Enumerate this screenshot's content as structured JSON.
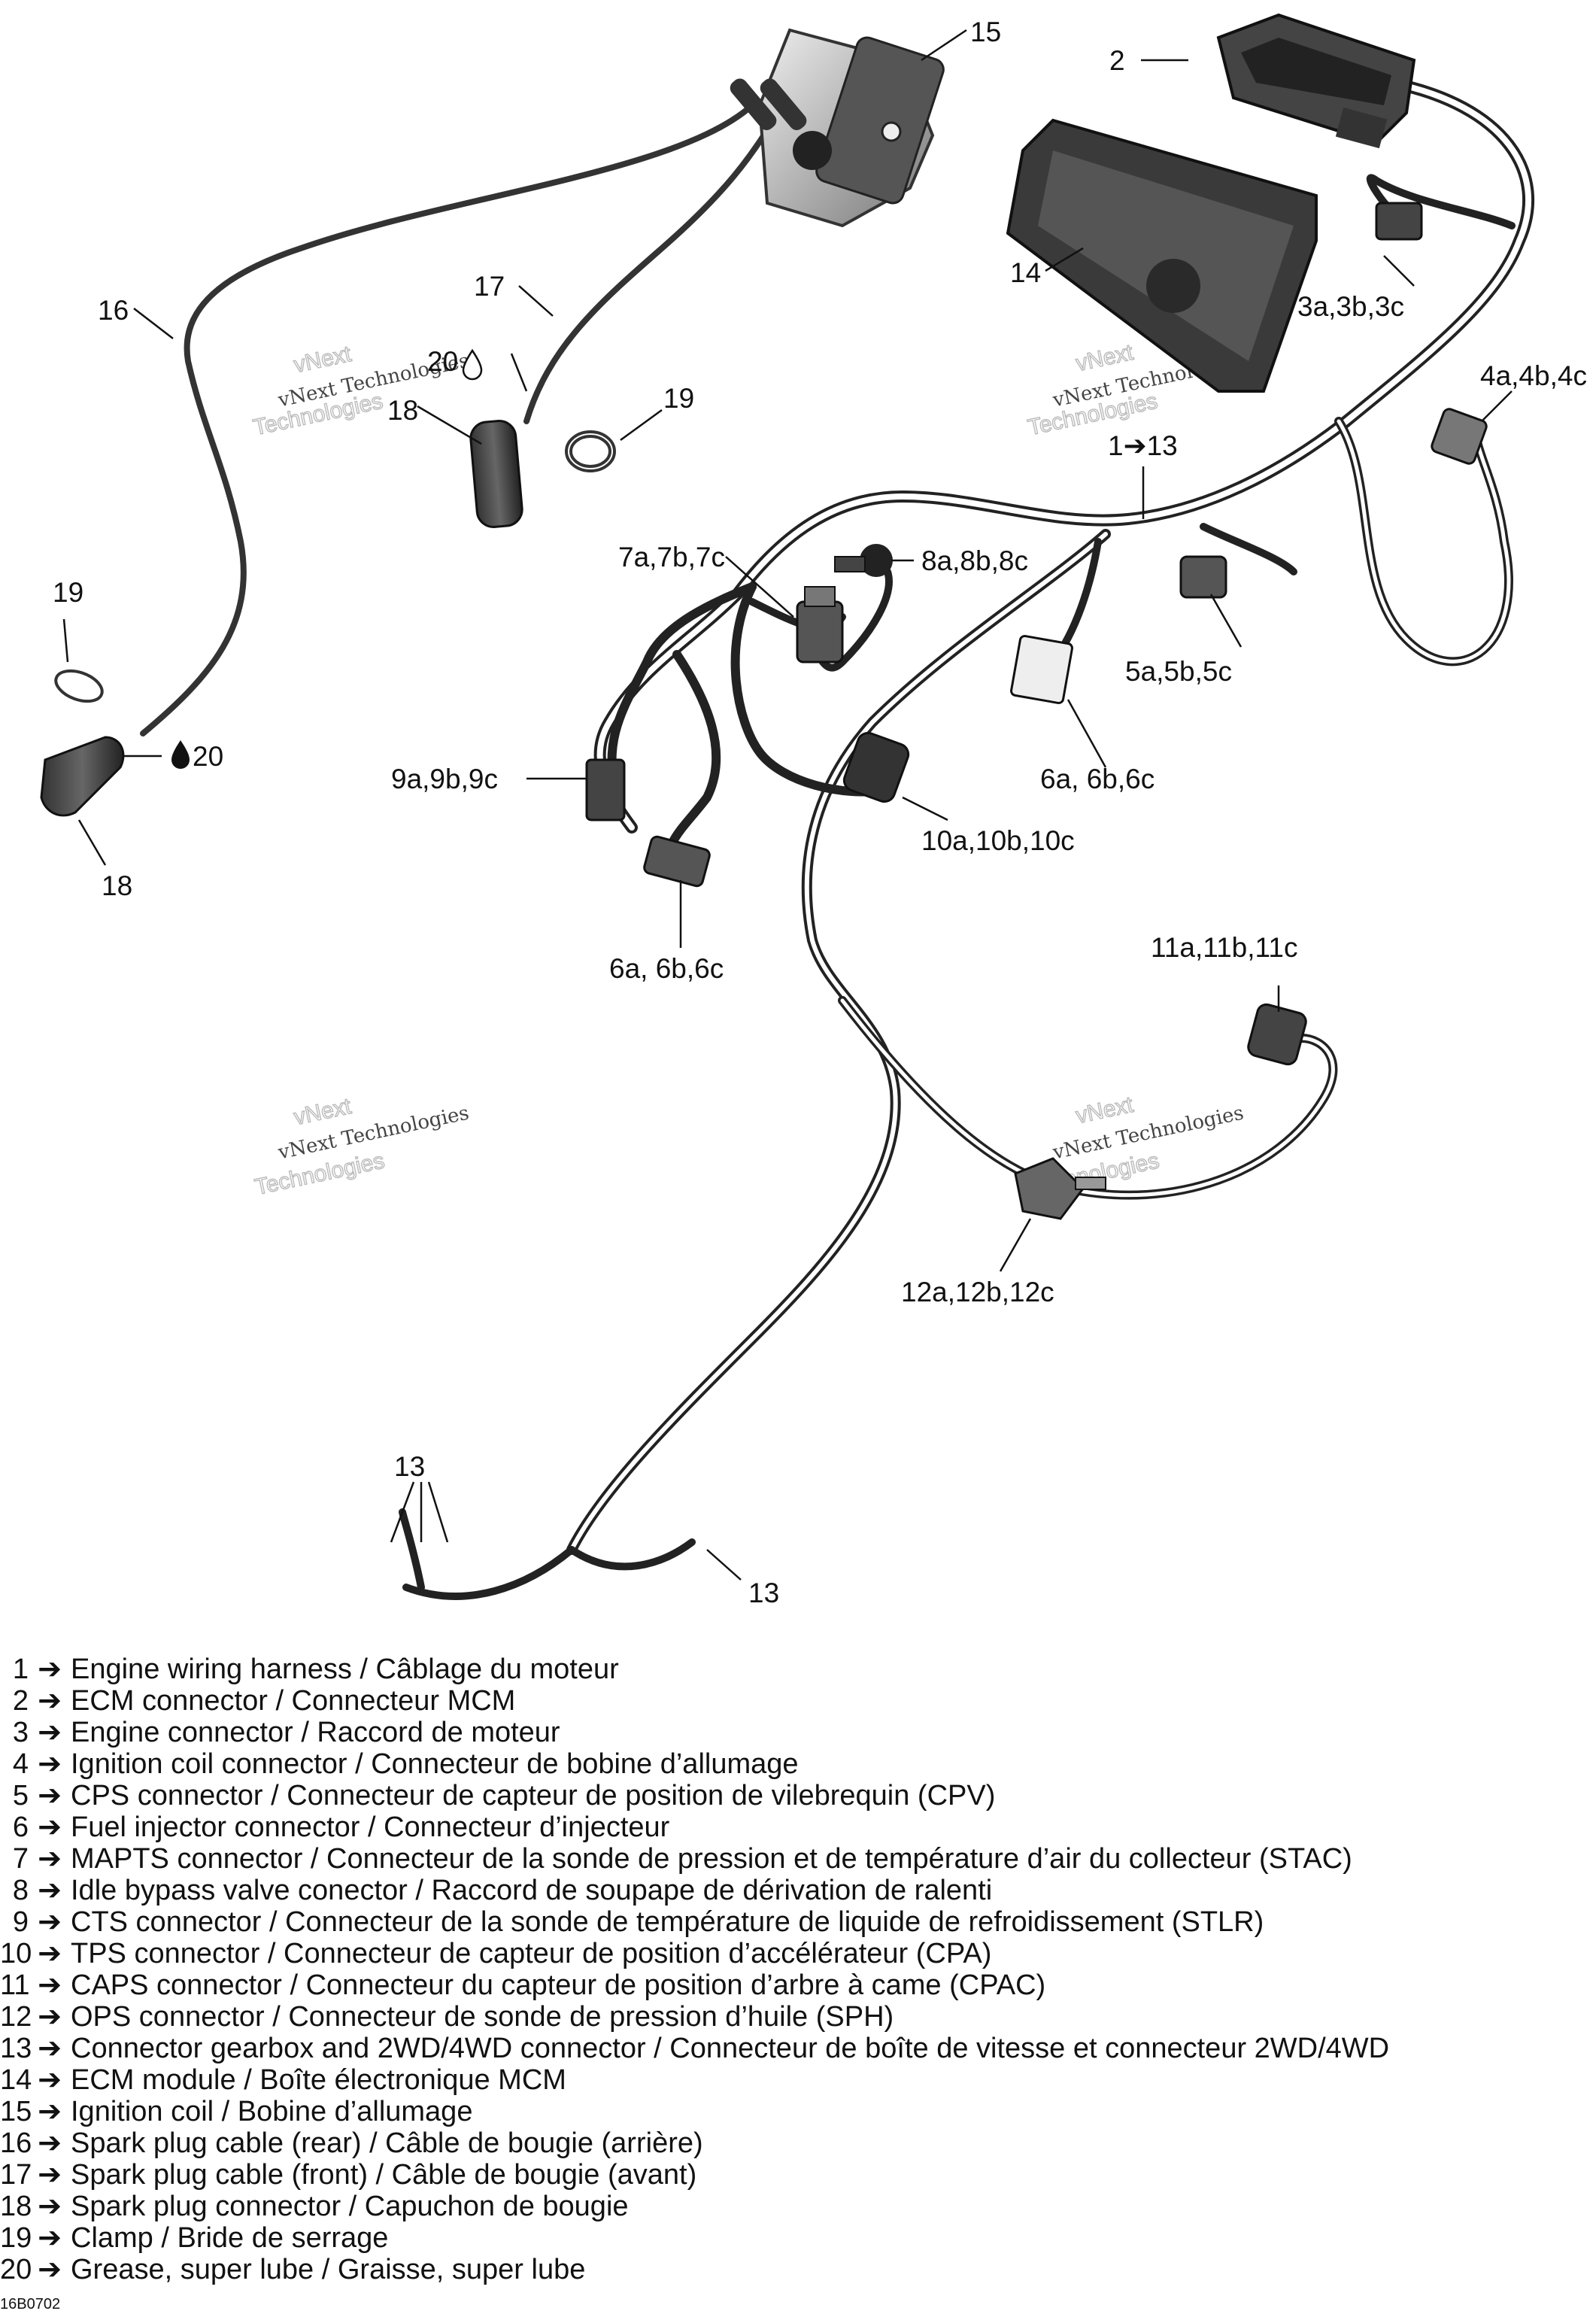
{
  "callouts": {
    "c15": "15",
    "c2": "2",
    "c14": "14",
    "c3": "3a,3b,3c",
    "c4": "4a,4b,4c",
    "c16": "16",
    "c17": "17",
    "c20_top": "20",
    "c18_top": "18",
    "c19_top": "19",
    "c1_13": "1➔13",
    "c7": "7a,7b,7c",
    "c8": "8a,8b,8c",
    "c5": "5a,5b,5c",
    "c19_left": "19",
    "c20_left": "20",
    "c18_left": "18",
    "c9": "9a,9b,9c",
    "c6_right": "6a, 6b,6c",
    "c10": "10a,10b,10c",
    "c6_left": "6a, 6b,6c",
    "c11": "11a,11b,11c",
    "c12": "12a,12b,12c",
    "c13_top": "13",
    "c13_right": "13"
  },
  "watermark": {
    "big_top": "vNext",
    "big_bottom": "Technologies",
    "small": "vNext Technologies"
  },
  "legend": [
    {
      "num": "1",
      "text": "Engine wiring harness / Câblage du moteur"
    },
    {
      "num": "2",
      "text": "ECM connector / Connecteur MCM"
    },
    {
      "num": "3",
      "text": "Engine connector / Raccord de moteur"
    },
    {
      "num": "4",
      "text": "Ignition coil connector / Connecteur de bobine d’allumage"
    },
    {
      "num": "5",
      "text": "CPS connector / Connecteur de capteur de position de vilebrequin (CPV)"
    },
    {
      "num": "6",
      "text": "Fuel injector connector / Connecteur d’injecteur"
    },
    {
      "num": "7",
      "text": "MAPTS connector / Connecteur de la sonde de pression et de température d’air du collecteur (STAC)"
    },
    {
      "num": "8",
      "text": "Idle bypass valve conector / Raccord de soupape de dérivation de ralenti"
    },
    {
      "num": "9",
      "text": "CTS connector / Connecteur de la sonde de température de liquide de refroidissement (STLR)"
    },
    {
      "num": "10",
      "text": "TPS connector / Connecteur de capteur de position d’accélérateur (CPA)"
    },
    {
      "num": "11",
      "text": "CAPS connector / Connecteur du capteur de position d’arbre à came (CPAC)"
    },
    {
      "num": "12",
      "text": "OPS connector / Connecteur de sonde de pression d’huile (SPH)"
    },
    {
      "num": "13",
      "text": "Connector gearbox and 2WD/4WD connector / Connecteur de boîte de vitesse et connecteur 2WD/4WD"
    },
    {
      "num": "14",
      "text": "ECM module / Boîte électronique MCM"
    },
    {
      "num": "15",
      "text": "Ignition coil / Bobine d’allumage"
    },
    {
      "num": "16",
      "text": "Spark plug cable (rear) / Câble de bougie (arrière)"
    },
    {
      "num": "17",
      "text": "Spark plug cable (front) / Câble de bougie (avant)"
    },
    {
      "num": "18",
      "text": "Spark plug connector / Capuchon de bougie"
    },
    {
      "num": "19",
      "text": "Clamp / Bride de serrage"
    },
    {
      "num": "20",
      "text": "Grease, super lube / Graisse, super lube"
    }
  ],
  "legend_arrow": "➔",
  "figure_code": "16B0702"
}
